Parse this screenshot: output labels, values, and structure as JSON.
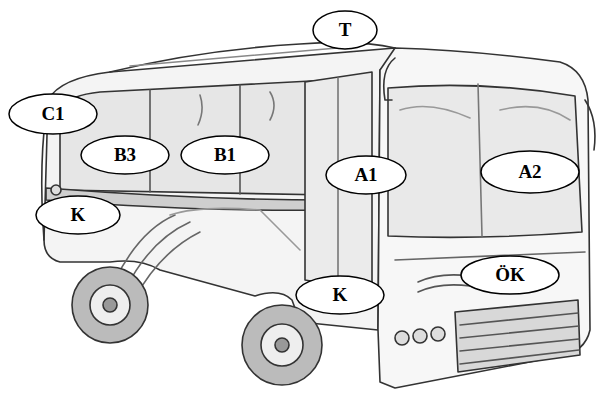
{
  "diagram": {
    "nodes": [
      {
        "text": [
          "T"
        ]
      },
      {
        "text": [
          "C1"
        ]
      },
      {
        "text": [
          "B3"
        ]
      },
      {
        "text": [
          "B1"
        ]
      },
      {
        "text": [
          "A1"
        ]
      },
      {
        "text": [
          "A2"
        ]
      },
      {
        "text": [
          "K"
        ]
      },
      {
        "text": [
          "ÖK"
        ]
      },
      {
        "text": [
          "K"
        ]
      }
    ]
  }
}
